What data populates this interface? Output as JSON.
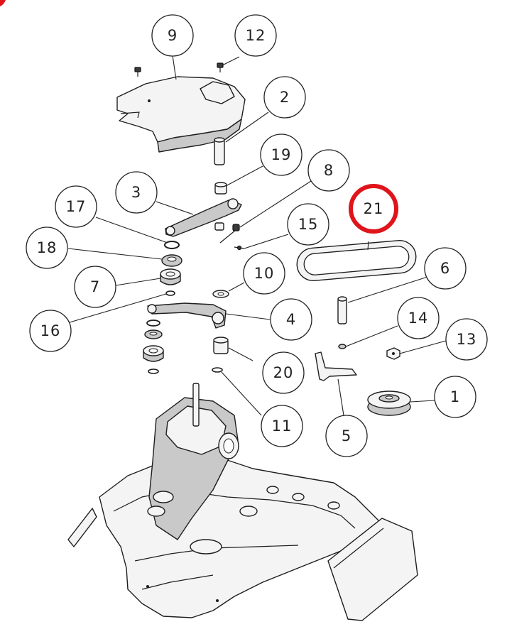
{
  "diagram": {
    "highlight_color": "#e0141b",
    "highlighted_callout": "21",
    "callouts": [
      {
        "id": "c1",
        "label": "1"
      },
      {
        "id": "c2",
        "label": "2"
      },
      {
        "id": "c3",
        "label": "3"
      },
      {
        "id": "c4",
        "label": "4"
      },
      {
        "id": "c5",
        "label": "5"
      },
      {
        "id": "c6",
        "label": "6"
      },
      {
        "id": "c7",
        "label": "7"
      },
      {
        "id": "c8",
        "label": "8"
      },
      {
        "id": "c9",
        "label": "9"
      },
      {
        "id": "c10",
        "label": "10"
      },
      {
        "id": "c11",
        "label": "11"
      },
      {
        "id": "c12",
        "label": "12"
      },
      {
        "id": "c13",
        "label": "13"
      },
      {
        "id": "c14",
        "label": "14"
      },
      {
        "id": "c15",
        "label": "15"
      },
      {
        "id": "c16",
        "label": "16"
      },
      {
        "id": "c17",
        "label": "17"
      },
      {
        "id": "c18",
        "label": "18"
      },
      {
        "id": "c19",
        "label": "19"
      },
      {
        "id": "c20",
        "label": "20"
      },
      {
        "id": "c21",
        "label": "21"
      }
    ]
  }
}
